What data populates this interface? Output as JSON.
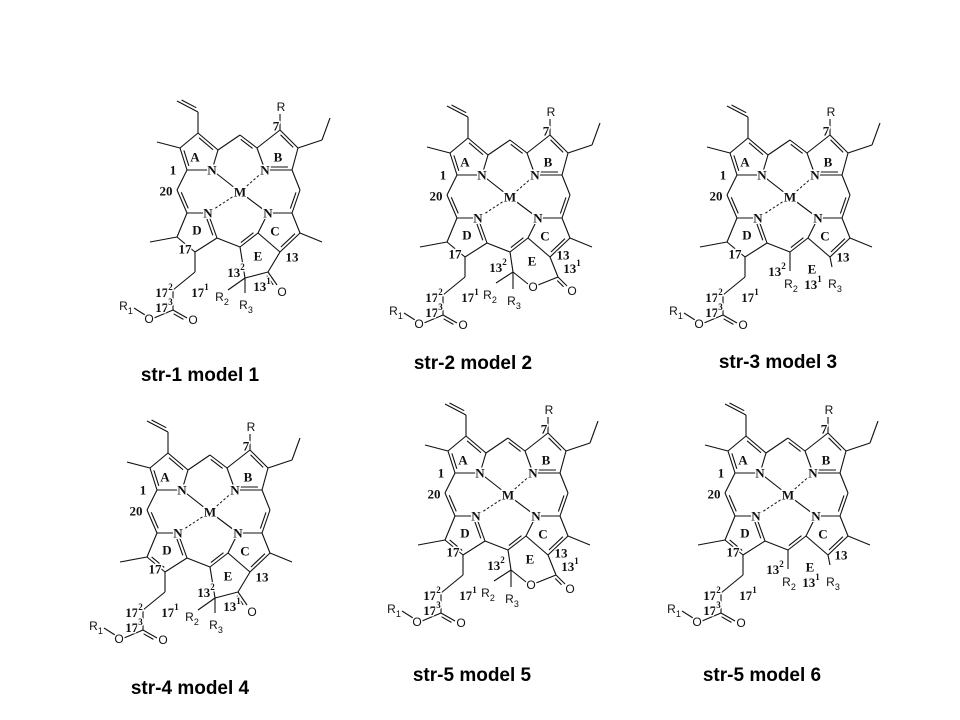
{
  "panels": [
    {
      "caption": "str-1 model 1",
      "ring_e": "ketone",
      "ring_d_double": false
    },
    {
      "caption": "str-2 model 2",
      "ring_e": "lactone",
      "ring_d_double": false
    },
    {
      "caption": "str-3 model 3",
      "ring_e": "open",
      "ring_d_double": false
    },
    {
      "caption": "str-4 model 4",
      "ring_e": "ketone",
      "ring_d_double": true
    },
    {
      "caption": "str-5 model 5",
      "ring_e": "lactone",
      "ring_d_double": true
    },
    {
      "caption": "str-5 model 6",
      "ring_e": "open",
      "ring_d_double": true
    }
  ],
  "labels": {
    "ring_a": "A",
    "ring_b": "B",
    "ring_c": "C",
    "ring_d": "D",
    "ring_e": "E",
    "nitrogen": "N",
    "metal": "M",
    "oxygen": "O",
    "pos_1": "1",
    "pos_20": "20",
    "pos_7": "7",
    "pos_17": "17",
    "pos_13": "13",
    "r": "R",
    "r1": {
      "base": "R",
      "sub": "1"
    },
    "r2": {
      "base": "R",
      "sub": "2"
    },
    "r3": {
      "base": "R",
      "sub": "3"
    },
    "pos_13_1": {
      "base": "13",
      "sup": "1"
    },
    "pos_13_2": {
      "base": "13",
      "sup": "2"
    },
    "pos_17_1": {
      "base": "17",
      "sup": "1"
    },
    "pos_17_2": {
      "base": "17",
      "sup": "2"
    },
    "pos_17_3": {
      "base": "17",
      "sup": "3"
    }
  }
}
